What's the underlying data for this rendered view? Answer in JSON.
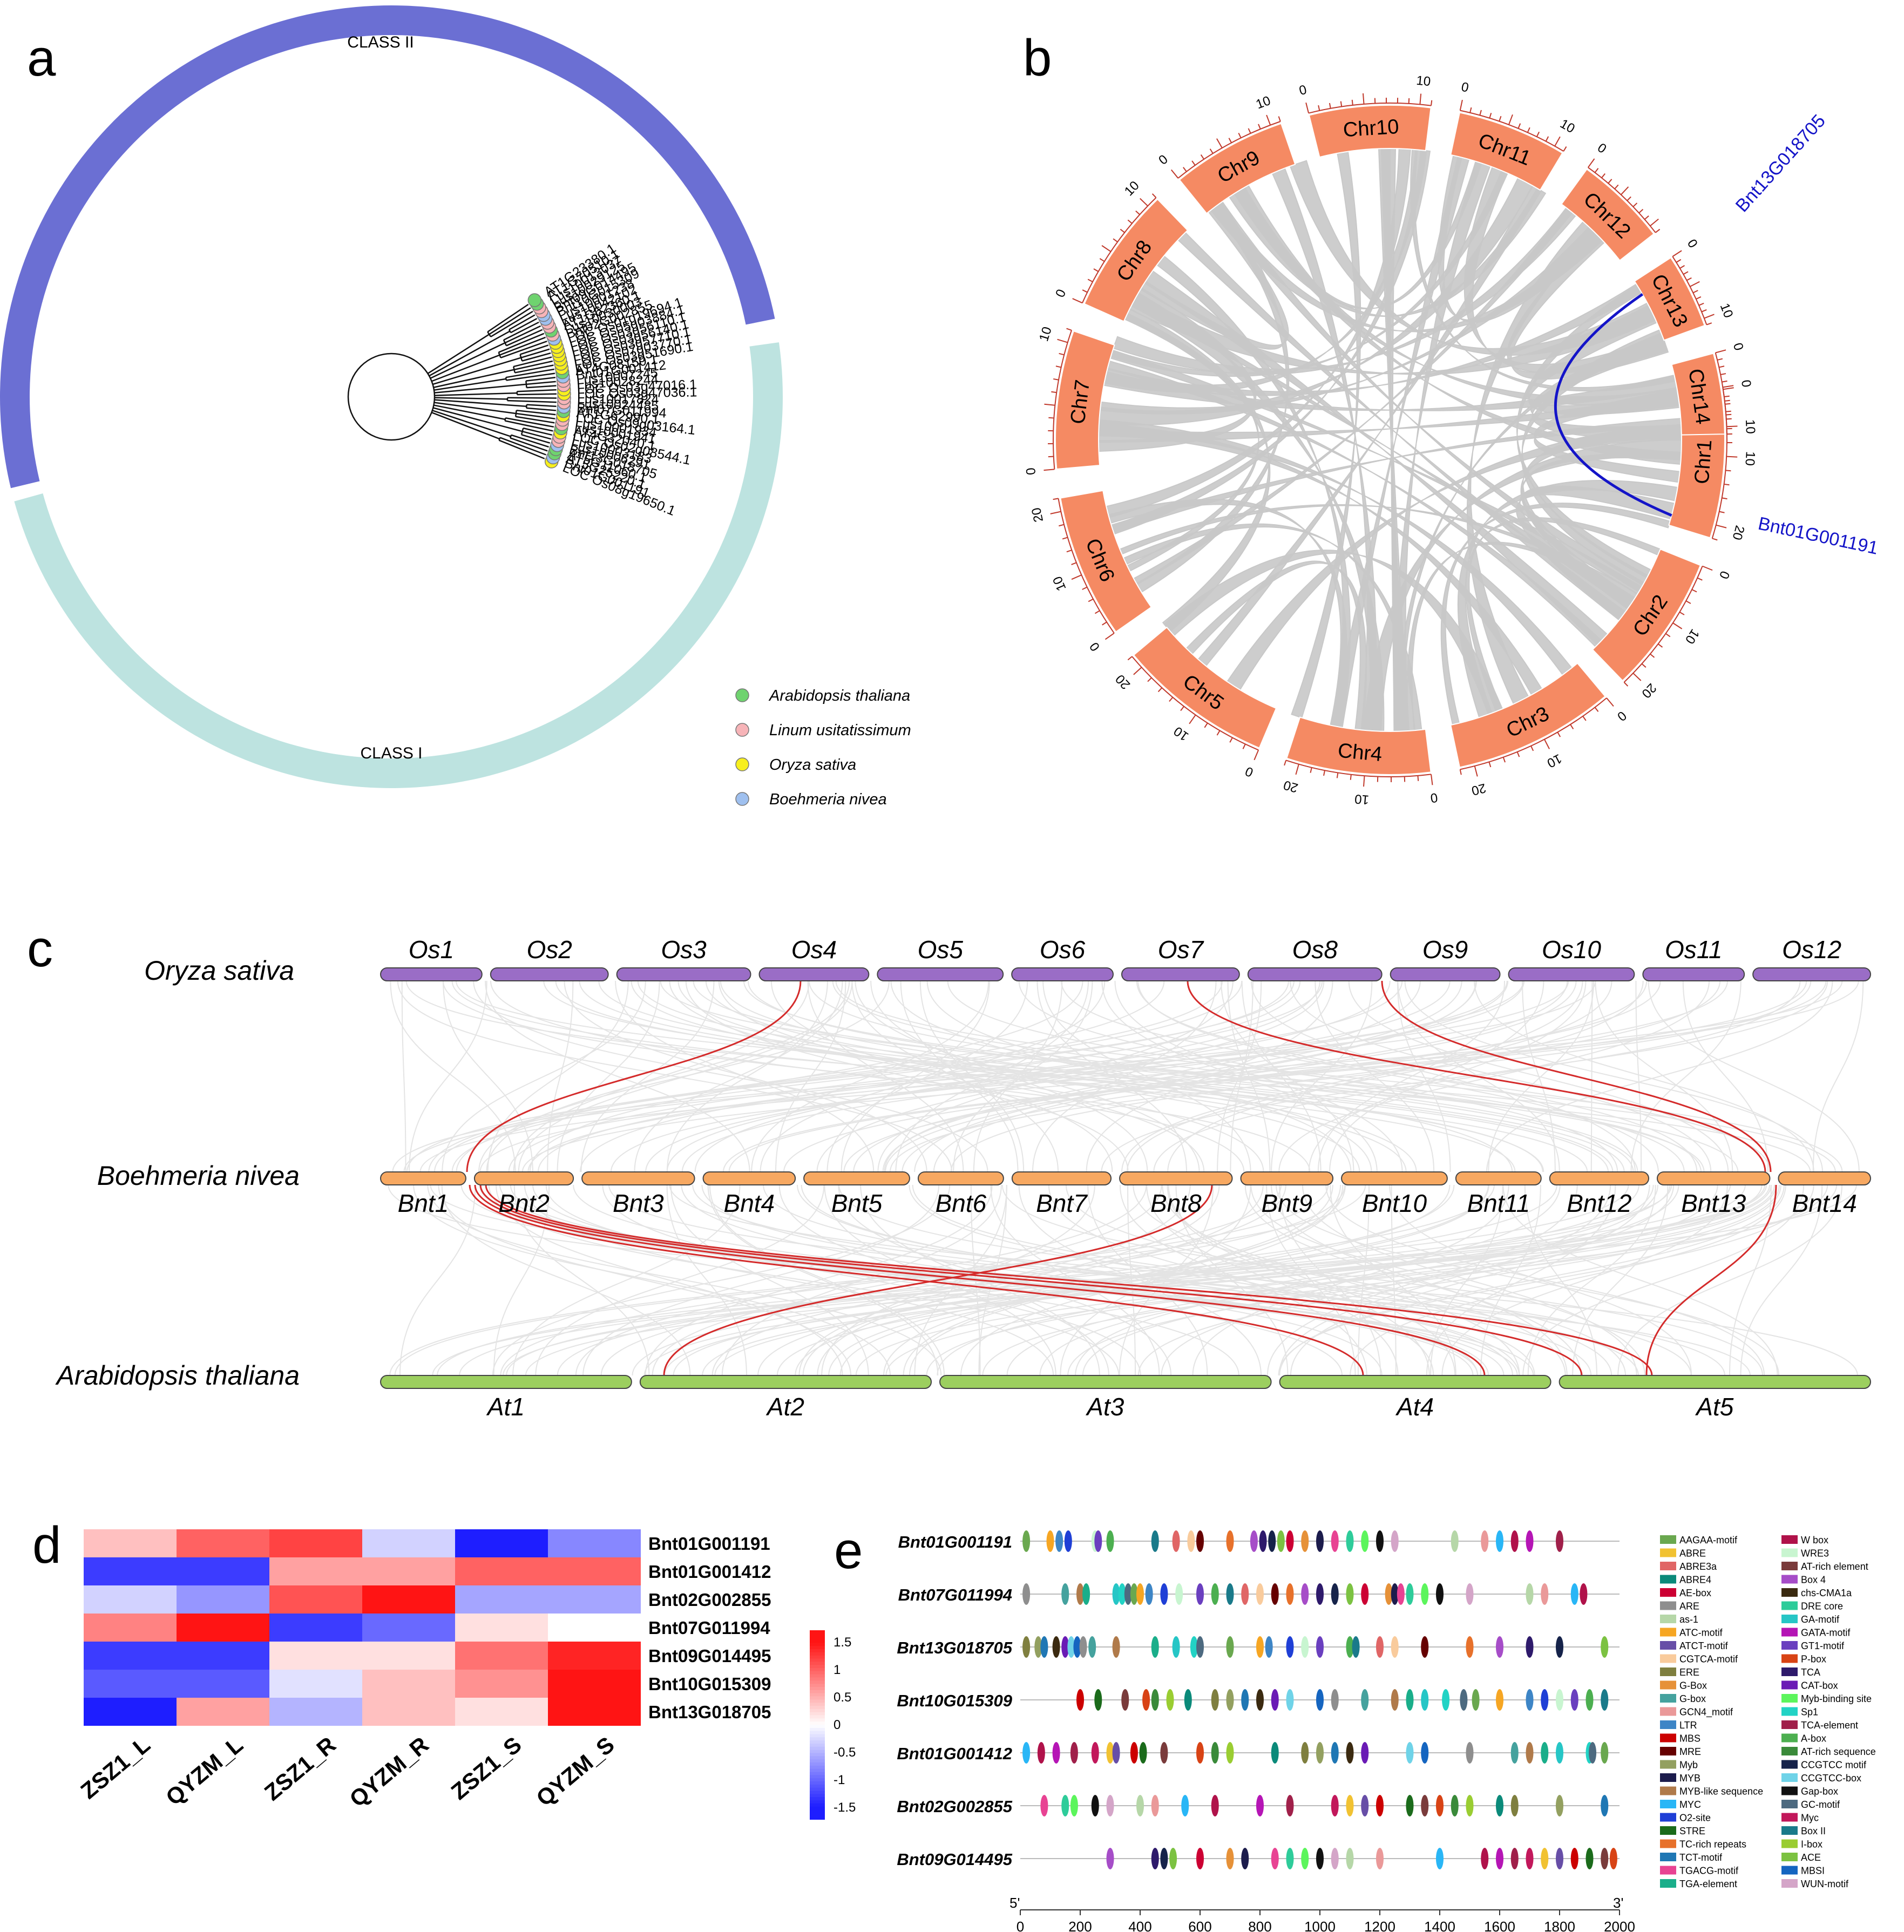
{
  "panels": {
    "a": {
      "letter": "a",
      "class_labels": [
        "CLASS II",
        "CLASS I"
      ],
      "class_colors": [
        "#6b6fd3",
        "#bde3e0"
      ],
      "legend": [
        {
          "label": "Arabidopsis thaliana",
          "color": "#6fd36f"
        },
        {
          "label": "Linum usitatissimum",
          "color": "#f7b4b8"
        },
        {
          "label": "Oryza sativa",
          "color": "#f7ef1d"
        },
        {
          "label": "Boehmeria nivea",
          "color": "#9fc0ef"
        }
      ],
      "leaves": [
        {
          "label": "LOC Os08g19650.1",
          "species": 2
        },
        {
          "label": "Bnt01G001191",
          "species": 3
        },
        {
          "label": "AT5G25220.1",
          "species": 0
        },
        {
          "label": "AT5G11060.1",
          "species": 0
        },
        {
          "label": "Bnt13G018705",
          "species": 3
        },
        {
          "label": "Lus10006291",
          "species": 1
        },
        {
          "label": "Lus10003183",
          "species": 1
        },
        {
          "label": "LOC Os02g08544.1",
          "species": 2
        },
        {
          "label": "AT4G32040.1",
          "species": 0
        },
        {
          "label": "Lus10001941",
          "species": 1
        },
        {
          "label": "Lus10001934",
          "species": 1
        },
        {
          "label": "LOC Os09g03164.1",
          "species": 2
        },
        {
          "label": "AT1G62990.1",
          "species": 0
        },
        {
          "label": "Bnt07G011994",
          "species": 3
        },
        {
          "label": "Lus10024485",
          "species": 1
        },
        {
          "label": "Lus10017824",
          "species": 1
        },
        {
          "label": "LOC Os03g47036.1",
          "species": 2
        },
        {
          "label": "LOC Os03g47016.1",
          "species": 2
        },
        {
          "label": "Lus10028244",
          "species": 1
        },
        {
          "label": "Lus10007245",
          "species": 1
        },
        {
          "label": "Bnt01G001412",
          "species": 3
        },
        {
          "label": "AT4G08150.1",
          "species": 0
        },
        {
          "label": "LOC Os03g51690.1",
          "species": 2
        },
        {
          "label": "LOC Os07g03770.1",
          "species": 2
        },
        {
          "label": "LOC Os03g57710.1",
          "species": 2
        },
        {
          "label": "LOC Os03g56140.1",
          "species": 2
        },
        {
          "label": "LOC Os03g56110.1",
          "species": 2
        },
        {
          "label": "LOC Os05g03884.1",
          "species": 2
        },
        {
          "label": "LOC Os01g19694.1",
          "species": 2
        },
        {
          "label": "Bnt02G002855",
          "species": 3
        },
        {
          "label": "Lus10030003",
          "species": 1
        },
        {
          "label": "AT1G62360.1",
          "species": 0
        },
        {
          "label": "Lus10042102",
          "species": 1
        },
        {
          "label": "Lus10001238",
          "species": 1
        },
        {
          "label": "Bnt10G015309",
          "species": 3
        },
        {
          "label": "Bnt09G014495",
          "species": 3
        },
        {
          "label": "Lus10029125",
          "species": 1
        },
        {
          "label": "Lus10013037",
          "species": 1
        },
        {
          "label": "AT1G70510.1",
          "species": 0
        },
        {
          "label": "AT1G23380.1",
          "species": 0
        }
      ]
    },
    "b": {
      "letter": "b",
      "chromosomes": [
        {
          "name": "Chr1",
          "ticks": [
            "0",
            "10",
            "20"
          ]
        },
        {
          "name": "Chr2",
          "ticks": [
            "0",
            "10",
            "20"
          ]
        },
        {
          "name": "Chr3",
          "ticks": [
            "0",
            "10",
            "20"
          ]
        },
        {
          "name": "Chr4",
          "ticks": [
            "0",
            "10",
            "20"
          ]
        },
        {
          "name": "Chr5",
          "ticks": [
            "0",
            "10",
            "20"
          ]
        },
        {
          "name": "Chr6",
          "ticks": [
            "0",
            "10",
            "20"
          ]
        },
        {
          "name": "Chr7",
          "ticks": [
            "0",
            "10"
          ]
        },
        {
          "name": "Chr8",
          "ticks": [
            "0",
            "10"
          ]
        },
        {
          "name": "Chr9",
          "ticks": [
            "0",
            "10"
          ]
        },
        {
          "name": "Chr10",
          "ticks": [
            "0",
            "10"
          ]
        },
        {
          "name": "Chr11",
          "ticks": [
            "0",
            "10"
          ]
        },
        {
          "name": "Chr12",
          "ticks": [
            "0"
          ]
        },
        {
          "name": "Chr13",
          "ticks": [
            "0",
            "10"
          ]
        },
        {
          "name": "Chr14",
          "ticks": [
            "0",
            "10"
          ]
        }
      ],
      "highlight_genes": [
        "Bnt13G018705",
        "Bnt01G001191"
      ],
      "chr_color": "#f58a63",
      "highlight_color": "#1414c8"
    },
    "c": {
      "letter": "c",
      "species": [
        "Oryza sativa",
        "Boehmeria nivea",
        "Arabidopsis thaliana"
      ],
      "os": [
        "Os1",
        "Os2",
        "Os3",
        "Os4",
        "Os5",
        "Os6",
        "Os7",
        "Os8",
        "Os9",
        "Os10",
        "Os11",
        "Os12"
      ],
      "bnt": [
        "Bnt1",
        "Bnt2",
        "Bnt3",
        "Bnt4",
        "Bnt5",
        "Bnt6",
        "Bnt7",
        "Bnt8",
        "Bnt9",
        "Bnt10",
        "Bnt11",
        "Bnt12",
        "Bnt13",
        "Bnt14"
      ],
      "at": [
        "At1",
        "At2",
        "At3",
        "At4",
        "At5"
      ],
      "colors": {
        "os": "#9a6dc6",
        "bnt": "#f7a861",
        "at": "#9ccf5f",
        "syn": "#d42b2b"
      }
    },
    "d": {
      "letter": "d",
      "legend_ticks": [
        "1.5",
        "1",
        "0.5",
        "0",
        "-0.5",
        "-1",
        "-1.5"
      ]
    },
    "e": {
      "letter": "e",
      "axis_ticks": [
        "0",
        "200",
        "400",
        "600",
        "800",
        "1000",
        "1200",
        "1400",
        "1600",
        "1800",
        "2000"
      ],
      "end5": "5'",
      "end3": "3'",
      "genes": [
        "Bnt01G001191",
        "Bnt07G011994",
        "Bnt13G018705",
        "Bnt10G015309",
        "Bnt01G001412",
        "Bnt02G002855",
        "Bnt09G014495"
      ],
      "motifs": [
        {
          "name": "AAGAA-motif",
          "color": "#6aa84f"
        },
        {
          "name": "ABRE",
          "color": "#f1c232"
        },
        {
          "name": "ABRE3a",
          "color": "#e06666"
        },
        {
          "name": "ABRE4",
          "color": "#0b8a7a"
        },
        {
          "name": "AE-box",
          "color": "#cc0033"
        },
        {
          "name": "ARE",
          "color": "#8e8e8e"
        },
        {
          "name": "as-1",
          "color": "#b6d7a8"
        },
        {
          "name": "ATC-motif",
          "color": "#f6a623"
        },
        {
          "name": "ATCT-motif",
          "color": "#674ea7"
        },
        {
          "name": "CGTCA-motif",
          "color": "#f9cb9c"
        },
        {
          "name": "ERE",
          "color": "#7f7f3f"
        },
        {
          "name": "G-Box",
          "color": "#e69138"
        },
        {
          "name": "G-box",
          "color": "#45a29e"
        },
        {
          "name": "GCN4_motif",
          "color": "#ea9999"
        },
        {
          "name": "LTR",
          "color": "#3d85c6"
        },
        {
          "name": "MBS",
          "color": "#cc0000"
        },
        {
          "name": "MRE",
          "color": "#660000"
        },
        {
          "name": "Myb",
          "color": "#93a060"
        },
        {
          "name": "MYB",
          "color": "#1c1c4c"
        },
        {
          "name": "MYB-like sequence",
          "color": "#b07a4a"
        },
        {
          "name": "MYC",
          "color": "#29b6f6"
        },
        {
          "name": "O2-site",
          "color": "#1f3fd6"
        },
        {
          "name": "STRE",
          "color": "#1b6b1b"
        },
        {
          "name": "TC-rich repeats",
          "color": "#e7712b"
        },
        {
          "name": "TCT-motif",
          "color": "#1f77b4"
        },
        {
          "name": "TGACG-motif",
          "color": "#e84393"
        },
        {
          "name": "TGA-element",
          "color": "#1aae8a"
        },
        {
          "name": "W box",
          "color": "#b0124a"
        },
        {
          "name": "WRE3",
          "color": "#c8f5d0"
        },
        {
          "name": "AT-rich element",
          "color": "#7a3b3b"
        },
        {
          "name": "Box 4",
          "color": "#a64dc8"
        },
        {
          "name": "chs-CMA1a",
          "color": "#3b2a10"
        },
        {
          "name": "DRE core",
          "color": "#2ecc9a"
        },
        {
          "name": "GA-motif",
          "color": "#26c6c6"
        },
        {
          "name": "GATA-motif",
          "color": "#b515b5"
        },
        {
          "name": "GT1-motif",
          "color": "#6a3fbf"
        },
        {
          "name": "P-box",
          "color": "#d84315"
        },
        {
          "name": "TCA",
          "color": "#2e1a6b"
        },
        {
          "name": "CAT-box",
          "color": "#6a1bb5"
        },
        {
          "name": "Myb-binding site",
          "color": "#5cf55c"
        },
        {
          "name": "Sp1",
          "color": "#22d3c5"
        },
        {
          "name": "TCA-element",
          "color": "#a0204a"
        },
        {
          "name": "A-box",
          "color": "#4caf50"
        },
        {
          "name": "AT-rich sequence",
          "color": "#3a8a3a"
        },
        {
          "name": "CCGTCC motif",
          "color": "#16234a"
        },
        {
          "name": "CCGTCC-box",
          "color": "#6fd3e8"
        },
        {
          "name": "Gap-box",
          "color": "#111111"
        },
        {
          "name": "GC-motif",
          "color": "#4d6a80"
        },
        {
          "name": "Myc",
          "color": "#c2185b"
        },
        {
          "name": "Box II",
          "color": "#1a7a8a"
        },
        {
          "name": "I-box",
          "color": "#9acd32"
        },
        {
          "name": "ACE",
          "color": "#7cc242"
        },
        {
          "name": "MBSI",
          "color": "#1565c0"
        },
        {
          "name": "WUN-motif",
          "color": "#d4a5c8"
        }
      ]
    }
  },
  "chart_data": [
    {
      "type": "dendrogram",
      "panel": "a",
      "classes": [
        "CLASS II",
        "CLASS I"
      ],
      "legend": [
        "Arabidopsis thaliana",
        "Linum usitatissimum",
        "Oryza sativa",
        "Boehmeria nivea"
      ]
    },
    {
      "type": "circos",
      "panel": "b",
      "chromosomes": [
        "Chr1",
        "Chr2",
        "Chr3",
        "Chr4",
        "Chr5",
        "Chr6",
        "Chr7",
        "Chr8",
        "Chr9",
        "Chr10",
        "Chr11",
        "Chr12",
        "Chr13",
        "Chr14"
      ],
      "highlight_link": [
        "Bnt13G018705",
        "Bnt01G001191"
      ]
    },
    {
      "type": "synteny",
      "panel": "c",
      "genomes": [
        "Oryza sativa",
        "Boehmeria nivea",
        "Arabidopsis thaliana"
      ]
    },
    {
      "type": "heatmap",
      "panel": "d",
      "columns": [
        "ZSZ1_L",
        "QYZM_L",
        "ZSZ1_R",
        "QYZM_R",
        "ZSZ1_S",
        "QYZM_S"
      ],
      "rows": [
        "Bnt01G001191",
        "Bnt01G001412",
        "Bnt02G002855",
        "Bnt07G011994",
        "Bnt09G014495",
        "Bnt10G015309",
        "Bnt13G018705"
      ],
      "values": [
        [
          0.4,
          1.0,
          1.2,
          -0.3,
          -1.6,
          -0.8
        ],
        [
          -1.3,
          -1.3,
          0.6,
          0.6,
          1.0,
          1.0
        ],
        [
          -0.3,
          -0.7,
          1.1,
          1.7,
          -0.6,
          -0.6
        ],
        [
          0.8,
          1.6,
          -1.3,
          -1.0,
          0.2,
          0.0
        ],
        [
          -1.3,
          -1.3,
          0.2,
          0.2,
          0.9,
          1.4
        ],
        [
          -1.1,
          -1.1,
          -0.2,
          0.4,
          0.7,
          1.5
        ],
        [
          -1.7,
          0.6,
          -0.5,
          0.4,
          0.2,
          1.5
        ]
      ],
      "zlim": [
        -1.5,
        1.5
      ]
    },
    {
      "type": "motif-map",
      "panel": "e",
      "xlim": [
        0,
        2000
      ],
      "genes": [
        "Bnt01G001191",
        "Bnt07G011994",
        "Bnt13G018705",
        "Bnt10G015309",
        "Bnt01G001412",
        "Bnt02G002855",
        "Bnt09G014495"
      ],
      "positions": [
        [
          20,
          100,
          130,
          160,
          250,
          260,
          300,
          450,
          520,
          570,
          600,
          700,
          780,
          810,
          840,
          870,
          900,
          950,
          1000,
          1050,
          1100,
          1150,
          1200,
          1250,
          1450,
          1550,
          1600,
          1650,
          1700,
          1800
        ],
        [
          20,
          150,
          200,
          220,
          320,
          340,
          360,
          380,
          400,
          430,
          480,
          530,
          600,
          650,
          700,
          750,
          800,
          850,
          900,
          950,
          1000,
          1050,
          1100,
          1150,
          1230,
          1250,
          1270,
          1300,
          1350,
          1400,
          1500,
          1700,
          1750,
          1850,
          1880
        ],
        [
          20,
          60,
          80,
          120,
          150,
          170,
          190,
          210,
          240,
          320,
          450,
          520,
          580,
          600,
          700,
          800,
          830,
          900,
          950,
          1000,
          1100,
          1120,
          1200,
          1250,
          1350,
          1500,
          1600,
          1700,
          1800,
          1950
        ],
        [
          200,
          260,
          350,
          420,
          450,
          500,
          560,
          650,
          700,
          750,
          800,
          850,
          900,
          1000,
          1050,
          1150,
          1250,
          1300,
          1350,
          1420,
          1480,
          1520,
          1600,
          1700,
          1750,
          1800,
          1850,
          1900,
          1950
        ],
        [
          20,
          70,
          120,
          180,
          250,
          300,
          320,
          380,
          410,
          480,
          600,
          650,
          700,
          850,
          950,
          1000,
          1050,
          1100,
          1150,
          1300,
          1350,
          1500,
          1650,
          1700,
          1750,
          1800,
          1900,
          1910,
          1950
        ],
        [
          80,
          150,
          180,
          250,
          300,
          400,
          450,
          550,
          650,
          800,
          900,
          1050,
          1100,
          1150,
          1200,
          1300,
          1350,
          1400,
          1450,
          1500,
          1600,
          1650,
          1800,
          1950
        ],
        [
          300,
          450,
          480,
          510,
          600,
          700,
          750,
          850,
          900,
          950,
          1000,
          1050,
          1100,
          1200,
          1400,
          1550,
          1600,
          1650,
          1700,
          1750,
          1800,
          1850,
          1900,
          1950,
          1980
        ]
      ]
    }
  ]
}
